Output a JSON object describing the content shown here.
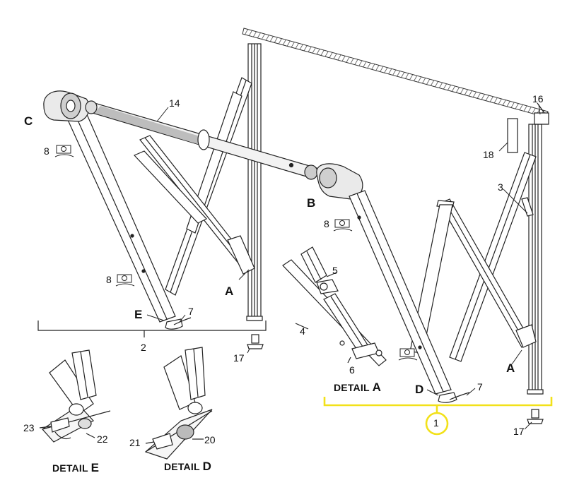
{
  "labels": {
    "C": "C",
    "B": "B",
    "A_left": "A",
    "A_right": "A",
    "E": "E",
    "D": "D",
    "n14": "14",
    "n16": "16",
    "n18": "18",
    "n3": "3",
    "n8a": "8",
    "n8b": "8",
    "n8c": "8",
    "n7a": "7",
    "n7b": "7",
    "n2": "2",
    "n1": "1",
    "n17a": "17",
    "n17b": "17",
    "n5": "5",
    "n4": "4",
    "n6": "6",
    "n23": "23",
    "n22": "22",
    "n21": "21",
    "n20": "20"
  },
  "details": {
    "detail_a": "DETAIL",
    "detail_a_letter": "A",
    "detail_e": "DETAIL",
    "detail_e_letter": "E",
    "detail_d": "DETAIL",
    "detail_d_letter": "D"
  },
  "colors": {
    "line": "#222222",
    "highlight": "#f2e11a",
    "tube_fill": "#f2f2f2",
    "shade": "#bdbdbd"
  }
}
